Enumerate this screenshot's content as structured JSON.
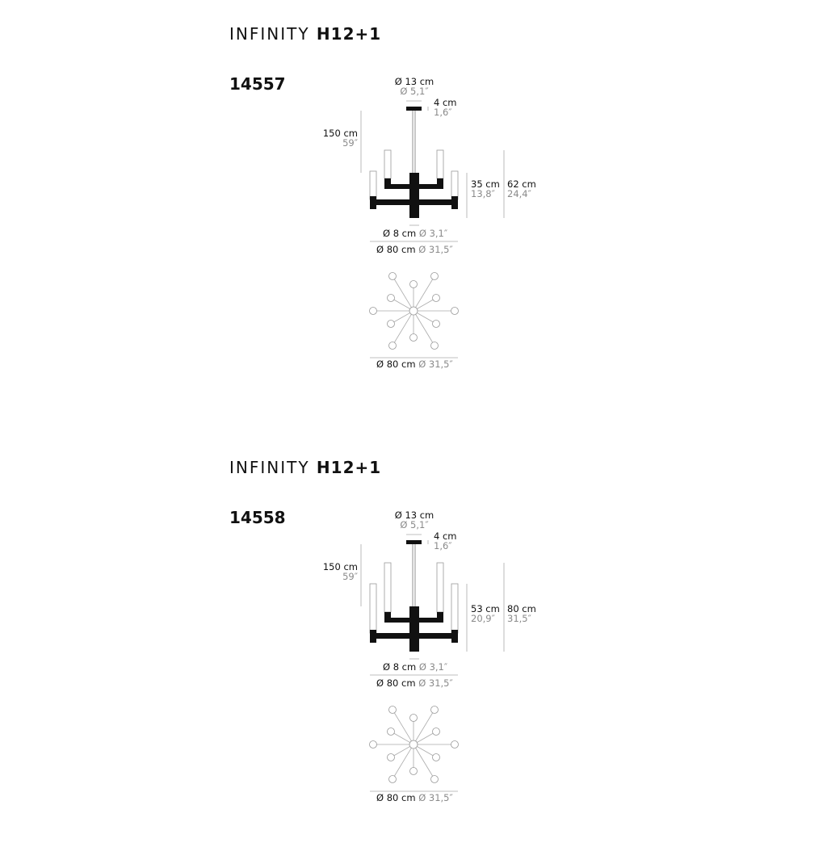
{
  "products": [
    {
      "title_light": "INFINITY",
      "title_bold": "H12+1",
      "code": "14557",
      "canopy_diameter": {
        "cm": "Ø 13 cm",
        "inch": "Ø 5,1″"
      },
      "canopy_height": {
        "cm": "4 cm",
        "inch": "1,6″"
      },
      "cable_length": {
        "cm": "150 cm",
        "inch": "59″"
      },
      "body_height": {
        "cm": "35 cm",
        "inch": "13,8″"
      },
      "total_height": {
        "cm": "62 cm",
        "inch": "24,4″"
      },
      "stem_diameter": {
        "cm": "Ø 8 cm",
        "inch": "Ø 3,1″"
      },
      "overall_diameter": {
        "cm": "Ø 80 cm",
        "inch": "Ø 31,5″"
      },
      "plan_diameter": {
        "cm": "Ø 80 cm",
        "inch": "Ø 31,5″"
      }
    },
    {
      "title_light": "INFINITY",
      "title_bold": "H12+1",
      "code": "14558",
      "canopy_diameter": {
        "cm": "Ø 13 cm",
        "inch": "Ø 5,1″"
      },
      "canopy_height": {
        "cm": "4 cm",
        "inch": "1,6″"
      },
      "cable_length": {
        "cm": "150 cm",
        "inch": "59″"
      },
      "body_height": {
        "cm": "53 cm",
        "inch": "20,9″"
      },
      "total_height": {
        "cm": "80 cm",
        "inch": "31,5″"
      },
      "stem_diameter": {
        "cm": "Ø 8 cm",
        "inch": "Ø 3,1″"
      },
      "overall_diameter": {
        "cm": "Ø 80 cm",
        "inch": "Ø 31,5″"
      },
      "plan_diameter": {
        "cm": "Ø 80 cm",
        "inch": "Ø 31,5″"
      }
    }
  ]
}
